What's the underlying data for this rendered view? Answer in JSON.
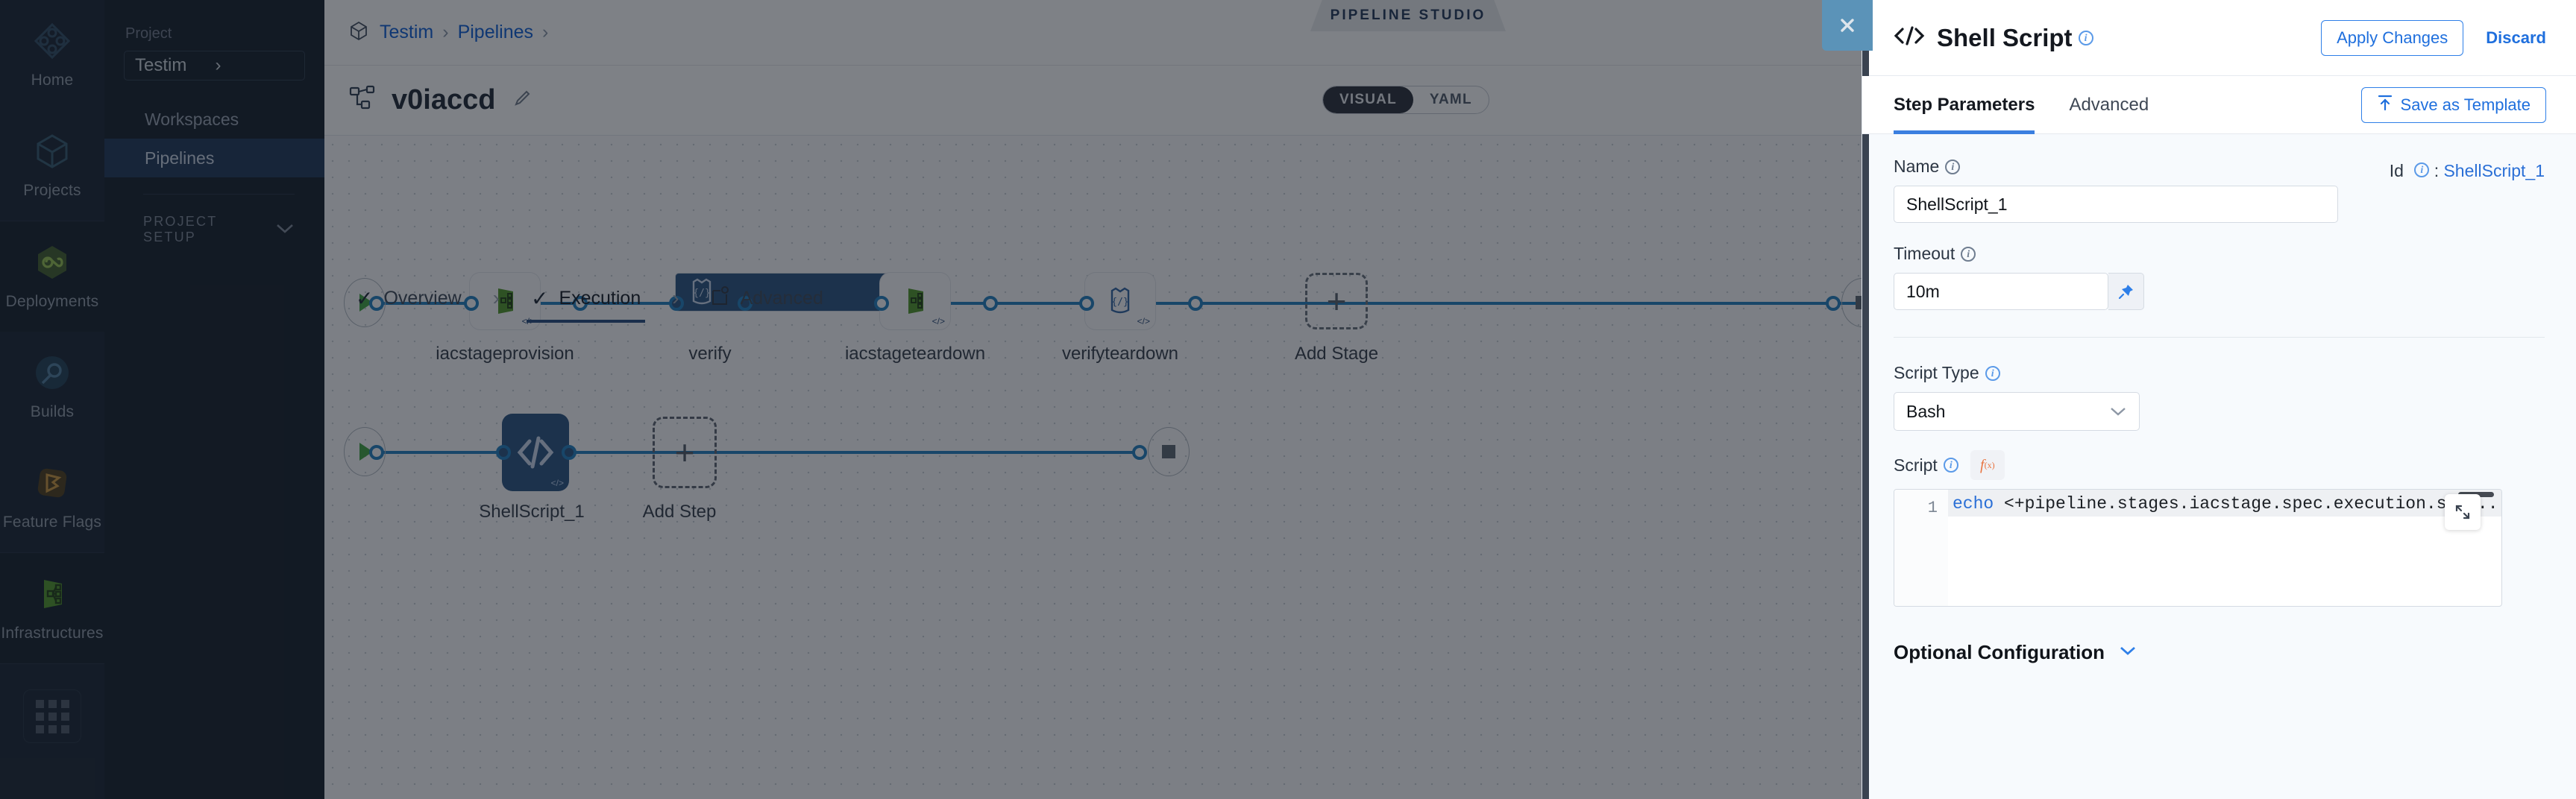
{
  "rail": {
    "items": [
      {
        "label": "Home",
        "icon": "home-diamond-icon"
      },
      {
        "label": "Projects",
        "icon": "cube-icon"
      },
      {
        "label": "Deployments",
        "icon": "infinity-hex-icon"
      },
      {
        "label": "Builds",
        "icon": "build-pie-icon"
      },
      {
        "label": "Feature Flags",
        "icon": "flag-icon"
      },
      {
        "label": "Infrastructures",
        "icon": "infrastructure-icon"
      }
    ],
    "grid_icon": "apps-grid-icon"
  },
  "sidebar": {
    "project_label": "Project",
    "project_value": "Testim",
    "nav": [
      {
        "label": "Workspaces",
        "active": false
      },
      {
        "label": "Pipelines",
        "active": true
      }
    ],
    "setup_label": "PROJECT SETUP"
  },
  "header": {
    "breadcrumb": [
      "Testim",
      "Pipelines"
    ],
    "separator": "›",
    "studio_badge": "PIPELINE STUDIO",
    "pipeline_name": "v0iaccd",
    "view_toggle": {
      "options": [
        "VISUAL",
        "YAML"
      ],
      "selected": "VISUAL"
    }
  },
  "canvas": {
    "stages": [
      {
        "name": "iacstageprovision",
        "type": "infrastructure",
        "selected": false
      },
      {
        "name": "verify",
        "type": "shell",
        "selected": true
      },
      {
        "name": "iacstageteardown",
        "type": "infrastructure",
        "selected": false
      },
      {
        "name": "verifyteardown",
        "type": "shell",
        "selected": false
      }
    ],
    "add_stage_label": "Add Stage",
    "step_tabs": [
      {
        "label": "Overview",
        "active": false,
        "checked": true
      },
      {
        "label": "Execution",
        "active": true,
        "checked": true
      },
      {
        "label": "Advanced",
        "active": false,
        "checked": false
      }
    ],
    "tab_separator": "›",
    "check_glyph": "✓",
    "steps": [
      {
        "name": "ShellScript_1",
        "selected": true
      }
    ],
    "add_step_label": "Add Step"
  },
  "drawer": {
    "title": "Shell Script",
    "apply_label": "Apply Changes",
    "discard_label": "Discard",
    "tabs": [
      {
        "label": "Step Parameters",
        "active": true
      },
      {
        "label": "Advanced",
        "active": false
      }
    ],
    "save_template_label": "Save as Template",
    "close_icon": "close-icon",
    "fields": {
      "name_label": "Name",
      "name_value": "ShellScript_1",
      "id_label": "Id",
      "id_separator": ":",
      "id_value": "ShellScript_1",
      "timeout_label": "Timeout",
      "timeout_value": "10m",
      "script_type_label": "Script Type",
      "script_type_value": "Bash",
      "script_label": "Script",
      "fx_label": "f",
      "fx_sub": "(x)",
      "code_line_number": "1",
      "code_keyword": "echo",
      "code_rest": " <+pipeline.stages.iacstage.spec.execution.step...ppl"
    },
    "optional_configuration_label": "Optional Configuration"
  },
  "colors": {
    "accent_blue": "#1f6fdd",
    "node_selected": "#26507f",
    "flow_line": "#1d7dbe",
    "sidebar_dark": "#111b27",
    "rail_dark": "#16212f",
    "close_btn": "#5b93b8"
  }
}
